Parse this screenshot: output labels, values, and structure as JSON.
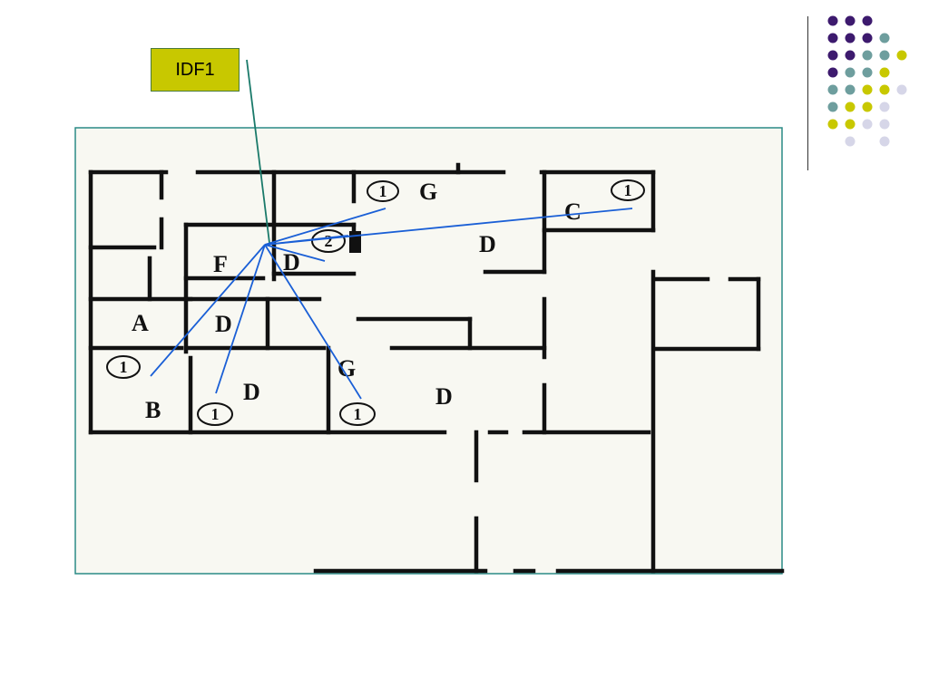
{
  "slide": {
    "idf_label": "IDF1"
  },
  "theme": {
    "accent_dark": "#3d1a6e",
    "accent_teal": "#6e9e9e",
    "accent_yellow": "#c8c800",
    "accent_lilac": "#d6d6e8",
    "cable_color": "#1a5fd6",
    "leader_color": "#1a7a6a"
  },
  "floorplan": {
    "room_labels": [
      {
        "id": "G-top",
        "text": "G"
      },
      {
        "id": "C",
        "text": "C"
      },
      {
        "id": "D-top",
        "text": "D"
      },
      {
        "id": "F",
        "text": "F"
      },
      {
        "id": "D-center",
        "text": "D"
      },
      {
        "id": "A",
        "text": "A"
      },
      {
        "id": "D-mid",
        "text": "D"
      },
      {
        "id": "G-mid",
        "text": "G"
      },
      {
        "id": "D-lower",
        "text": "D"
      },
      {
        "id": "D-right",
        "text": "D"
      },
      {
        "id": "B",
        "text": "B"
      }
    ],
    "jacks": [
      {
        "id": "jack-g",
        "text": "1"
      },
      {
        "id": "jack-c",
        "text": "1"
      },
      {
        "id": "jack-center",
        "text": "2"
      },
      {
        "id": "jack-b",
        "text": "1"
      },
      {
        "id": "jack-d-lower",
        "text": "1"
      },
      {
        "id": "jack-g-mid",
        "text": "1"
      }
    ]
  }
}
